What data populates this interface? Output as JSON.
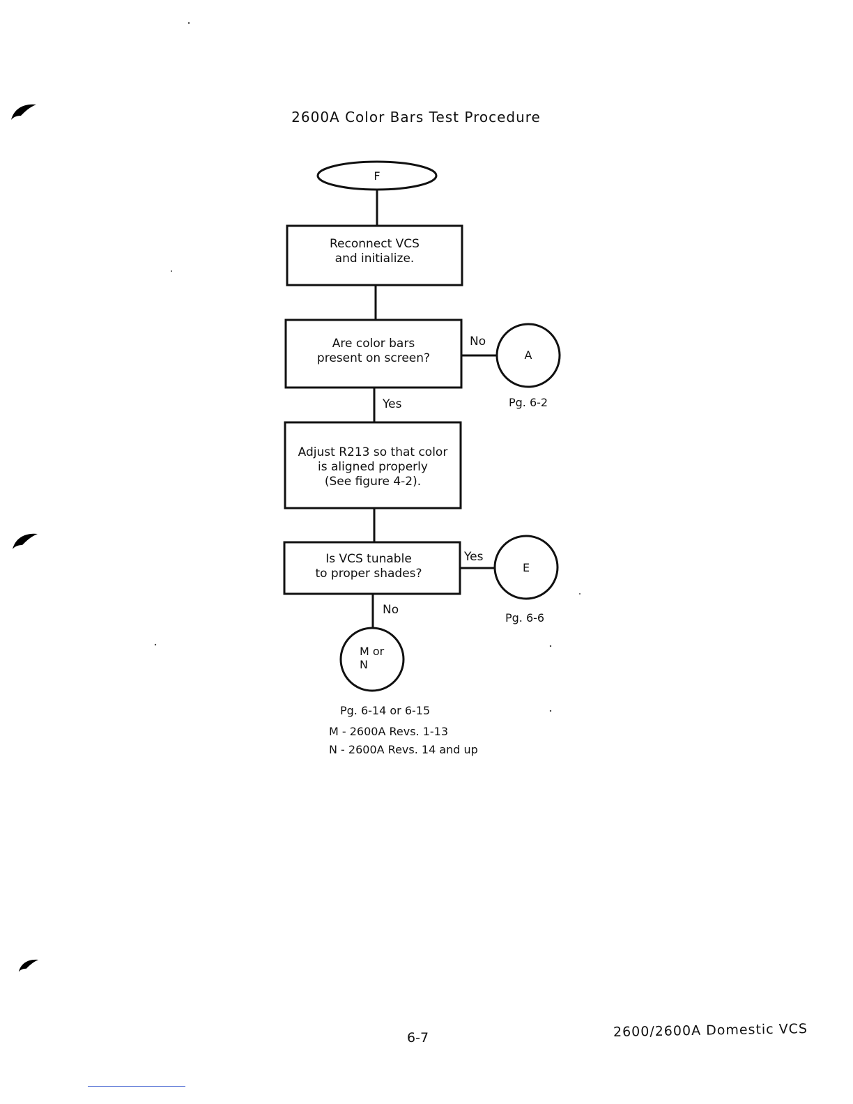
{
  "title": "2600A Color Bars Test Procedure",
  "flowchart": {
    "start": {
      "label": "F"
    },
    "steps": [
      {
        "id": "reconnect",
        "text": "Reconnect VCS\nand initialize."
      },
      {
        "id": "color-bars-question",
        "text": "Are color bars\npresent on screen?"
      },
      {
        "id": "adjust-r213",
        "text": "Adjust R213 so that color\nis aligned properly\n(See figure 4-2)."
      },
      {
        "id": "tunable-question",
        "text": "Is VCS tunable\nto proper shades?"
      }
    ],
    "branches": {
      "color_bars_no": "No",
      "color_bars_yes": "Yes",
      "tunable_yes": "Yes",
      "tunable_no": "No"
    },
    "connectors": [
      {
        "id": "A",
        "label": "A",
        "ref": "Pg. 6-2"
      },
      {
        "id": "E",
        "label": "E",
        "ref": "Pg. 6-6"
      },
      {
        "id": "MN",
        "label": "M or\nN",
        "ref": "Pg. 6-14 or 6-15"
      }
    ],
    "legend": [
      "M - 2600A Revs. 1-13",
      "N - 2600A Revs. 14 and up"
    ]
  },
  "footer": {
    "page_number": "6-7",
    "manual_title": "2600/2600A Domestic VCS"
  }
}
